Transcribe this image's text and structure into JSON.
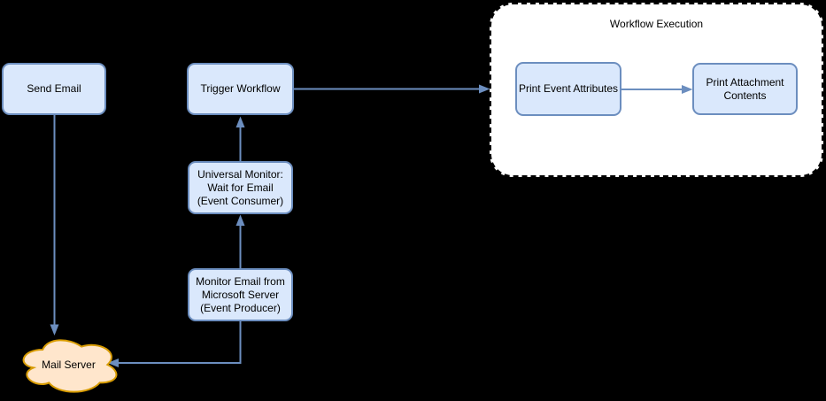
{
  "diagram": {
    "container": {
      "title": "Workflow Execution"
    },
    "nodes": {
      "send_email": {
        "label": "Send Email",
        "shape": "rounded-rect"
      },
      "trigger_workflow": {
        "label": "Trigger Workflow",
        "shape": "rounded-rect"
      },
      "universal_monitor": {
        "label": "Universal Monitor:\nWait for Email\n(Event Consumer)",
        "shape": "rounded-rect"
      },
      "monitor_email": {
        "label": "Monitor Email from\nMicrosoft Server\n(Event Producer)",
        "shape": "rounded-rect"
      },
      "print_event_attributes": {
        "label": "Print Event Attributes",
        "shape": "rounded-rect"
      },
      "print_attachment_contents": {
        "label": "Print Attachment\nContents",
        "shape": "rounded-rect"
      },
      "mail_server": {
        "label": "Mail Server",
        "shape": "cloud"
      }
    },
    "edges": [
      {
        "from": "send_email",
        "to": "mail_server",
        "direction": "down"
      },
      {
        "from": "universal_monitor",
        "to": "trigger_workflow",
        "direction": "up"
      },
      {
        "from": "monitor_email",
        "to": "universal_monitor",
        "direction": "up"
      },
      {
        "from": "monitor_email",
        "to": "mail_server",
        "direction": "down-left"
      },
      {
        "from": "trigger_workflow",
        "to": "workflow_execution_container",
        "direction": "right"
      },
      {
        "from": "print_event_attributes",
        "to": "print_attachment_contents",
        "direction": "right"
      }
    ],
    "colors": {
      "background": "#000000",
      "node_fill": "#dae8fc",
      "node_border": "#6c8ebf",
      "arrow": "#6c8ebf",
      "cloud_fill": "#ffe6cc",
      "cloud_border": "#d79b00",
      "container_fill": "#ffffff",
      "container_border": "#000000",
      "text": "#000000"
    }
  }
}
